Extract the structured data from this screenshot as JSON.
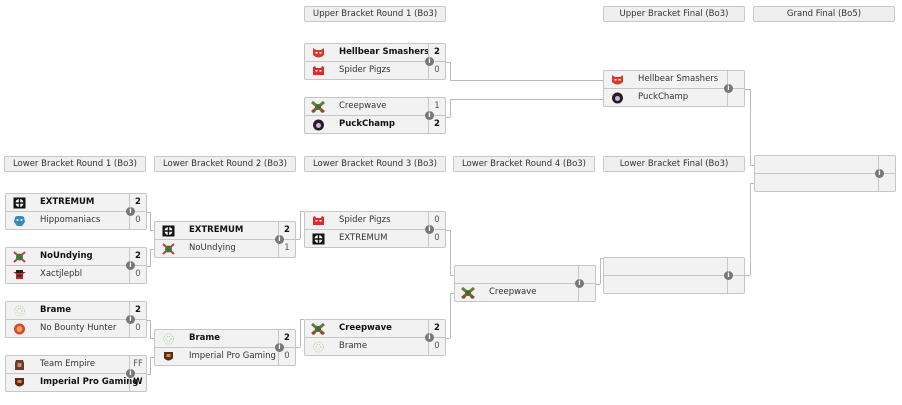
{
  "rounds": {
    "ub1": "Upper Bracket Round 1 (Bo3)",
    "ubf": "Upper Bracket Final (Bo3)",
    "gf": "Grand Final (Bo5)",
    "lb1": "Lower Bracket Round 1 (Bo3)",
    "lb2": "Lower Bracket Round 2 (Bo3)",
    "lb3": "Lower Bracket Round 3 (Bo3)",
    "lb4": "Lower Bracket Round 4 (Bo3)",
    "lbf": "Lower Bracket Final (Bo3)"
  },
  "info_glyph": "i",
  "colors": {
    "slot_bg": "#f2f2f2",
    "border": "#c6c6c6",
    "header_bg": "#efefef",
    "connector": "#b9b9b9",
    "info_icon": "#777777"
  },
  "matches": {
    "ub1_m1": {
      "top": {
        "team": "Hellbear Smashers",
        "score": "2",
        "winner": true,
        "logo": "hellbear-logo"
      },
      "bottom": {
        "team": "Spider Pigzs",
        "score": "0",
        "winner": false,
        "logo": "spider-pigzs-logo"
      }
    },
    "ub1_m2": {
      "top": {
        "team": "Creepwave",
        "score": "1",
        "winner": false,
        "logo": "creepwave-logo"
      },
      "bottom": {
        "team": "PuckChamp",
        "score": "2",
        "winner": true,
        "logo": "puckchamp-logo"
      }
    },
    "ubf": {
      "top": {
        "team": "Hellbear Smashers",
        "score": "",
        "winner": false,
        "logo": "hellbear-logo"
      },
      "bottom": {
        "team": "PuckChamp",
        "score": "",
        "winner": false,
        "logo": "puckchamp-logo"
      }
    },
    "gf": {
      "top": {
        "team": "",
        "score": ""
      },
      "bottom": {
        "team": "",
        "score": ""
      }
    },
    "lb1_m1": {
      "top": {
        "team": "EXTREMUM",
        "score": "2",
        "winner": true,
        "logo": "extremum-logo"
      },
      "bottom": {
        "team": "Hippomaniacs",
        "score": "0",
        "winner": false,
        "logo": "hippomaniacs-logo"
      }
    },
    "lb1_m2": {
      "top": {
        "team": "NoUndying",
        "score": "2",
        "winner": true,
        "logo": "noundying-logo"
      },
      "bottom": {
        "team": "Xactjlepbl",
        "score": "0",
        "winner": false,
        "logo": "xactjlepbl-logo"
      }
    },
    "lb1_m3": {
      "top": {
        "team": "Brame",
        "score": "2",
        "winner": true,
        "logo": "brame-logo"
      },
      "bottom": {
        "team": "No Bounty Hunter",
        "score": "0",
        "winner": false,
        "logo": "no-bounty-hunter-logo"
      }
    },
    "lb1_m4": {
      "top": {
        "team": "Team Empire",
        "score": "FF",
        "winner": false,
        "logo": "team-empire-logo"
      },
      "bottom": {
        "team": "Imperial Pro Gaming",
        "score": "W",
        "winner": true,
        "logo": "imperial-pro-gaming-logo"
      }
    },
    "lb2_m1": {
      "top": {
        "team": "EXTREMUM",
        "score": "2",
        "winner": true,
        "logo": "extremum-logo"
      },
      "bottom": {
        "team": "NoUndying",
        "score": "1",
        "winner": false,
        "logo": "noundying-logo"
      }
    },
    "lb2_m2": {
      "top": {
        "team": "Brame",
        "score": "2",
        "winner": true,
        "logo": "brame-logo"
      },
      "bottom": {
        "team": "Imperial Pro Gaming",
        "score": "0",
        "winner": false,
        "logo": "imperial-pro-gaming-logo"
      }
    },
    "lb3_m1": {
      "top": {
        "team": "Spider Pigzs",
        "score": "0",
        "winner": false,
        "logo": "spider-pigzs-logo"
      },
      "bottom": {
        "team": "EXTREMUM",
        "score": "0",
        "winner": false,
        "logo": "extremum-logo"
      }
    },
    "lb3_m2": {
      "top": {
        "team": "Creepwave",
        "score": "2",
        "winner": true,
        "logo": "creepwave-logo"
      },
      "bottom": {
        "team": "Brame",
        "score": "0",
        "winner": false,
        "logo": "brame-logo"
      }
    },
    "lb4": {
      "top": {
        "team": "",
        "score": ""
      },
      "bottom": {
        "team": "Creepwave",
        "score": "",
        "winner": false,
        "logo": "creepwave-logo"
      }
    },
    "lbf": {
      "top": {
        "team": "",
        "score": ""
      },
      "bottom": {
        "team": "",
        "score": ""
      }
    }
  }
}
